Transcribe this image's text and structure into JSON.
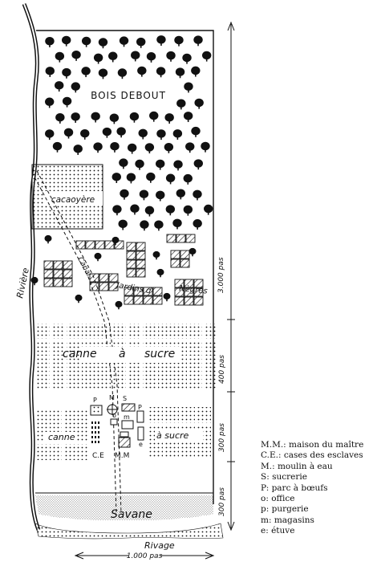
{
  "labels": {
    "forest": "BOIS DEBOUT",
    "cocoa": "cacaoyère",
    "canal": "Canal",
    "gardens_1": "Jardins d'",
    "gardens_2": "Nègres",
    "cane_1": "canne",
    "cane_2": "à",
    "cane_3": "sucre",
    "cane_left": "canne",
    "cane_right": "à sucre",
    "savanna": "Savane",
    "river": "Rivière",
    "shore": "Rivage",
    "distance_right_top": "3.000 pas",
    "distance_right_mid1": "400 pas",
    "distance_right_mid2": "300 pas",
    "distance_right_bottom": "300 pas",
    "distance_bottom": "1.000 pas",
    "code_P": "P",
    "code_MS": "M",
    "code_S": "S",
    "code_P2": "P",
    "code_o": "o",
    "code_m": "m",
    "code_e": "e",
    "code_CE": "C.E",
    "code_MM": "M.M"
  },
  "legend": [
    "M.M.: maison du maître",
    "C.E.: cases des esclaves",
    "M.: moulin à eau",
    "S: sucrerie",
    "P: parc à bœufs",
    "o: office",
    "p: purgerie",
    "m: magasins",
    "e: étuve"
  ]
}
